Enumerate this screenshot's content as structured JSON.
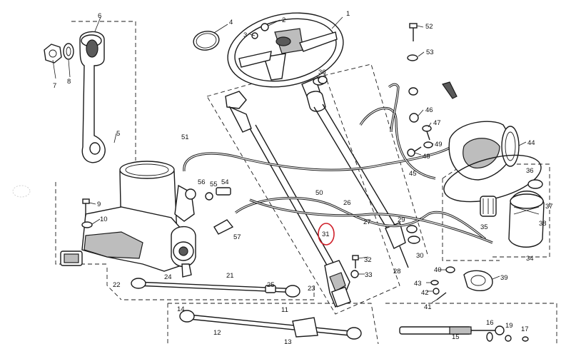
{
  "diagram": {
    "highlight_color": "#d0202a",
    "highlighted_callout": "31",
    "callouts": {
      "c1": "1",
      "c2": "2",
      "c3": "3",
      "c4": "4",
      "c5": "5",
      "c6": "6",
      "c7": "7",
      "c8": "8",
      "c9": "9",
      "c10": "10",
      "c11": "11",
      "c12": "12",
      "c13": "13",
      "c14": "14",
      "c15": "15",
      "c16": "16",
      "c17": "17",
      "c19": "19",
      "c21": "21",
      "c22": "22",
      "c23": "23",
      "c24": "24",
      "c25": "25",
      "c26": "26",
      "c27": "27",
      "c28": "28",
      "c29": "29",
      "c30": "30",
      "c31": "31",
      "c32": "32",
      "c33": "33",
      "c34": "34",
      "c35": "35",
      "c36": "36",
      "c36b": "36",
      "c37": "37",
      "c38": "38",
      "c39": "39",
      "c40": "40",
      "c41": "41",
      "c42": "42",
      "c43": "43",
      "c44": "44",
      "c45": "45",
      "c46": "46",
      "c47": "47",
      "c48": "48",
      "c49": "49",
      "c50": "50",
      "c51": "51",
      "c52": "52",
      "c53": "53",
      "c54": "54",
      "c55": "55",
      "c56": "56",
      "c57": "57"
    }
  }
}
